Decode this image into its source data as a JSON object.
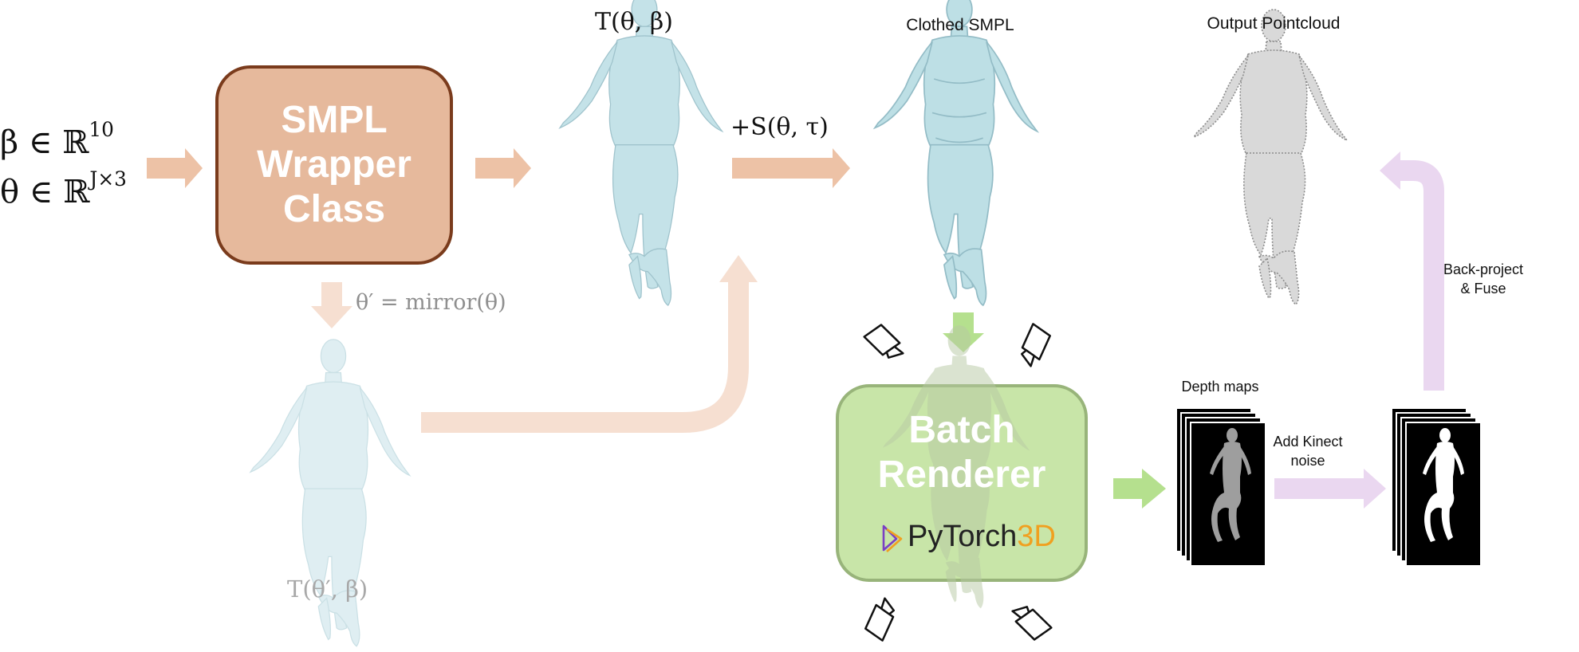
{
  "inputs": {
    "beta_line": "β ∈ ℝ",
    "beta_sup": "10",
    "theta_line": "θ ∈ ℝ",
    "theta_sup": "J×3"
  },
  "smpl_box": {
    "line1": "SMPL",
    "line2": "Wrapper",
    "line3": "Class",
    "fill": "#e6b99c",
    "border": "#7a3b1c"
  },
  "labels": {
    "t_theta_beta": "T(θ, β)",
    "plus_s": "+S(θ, τ)",
    "clothed_smpl": "Clothed SMPL",
    "output_pointcloud": "Output Pointcloud",
    "mirror": "θ′ = mirror(θ)",
    "t_theta_prime_beta": "T(θ′, β)",
    "depth_maps": "Depth maps",
    "add_kinect_line1": "Add Kinect",
    "add_kinect_line2": "noise",
    "back_project_line1": "Back-project",
    "back_project_line2": "& Fuse"
  },
  "renderer_box": {
    "line1": "Batch",
    "line2": "Renderer",
    "logo_text_a": "PyTorch",
    "logo_text_b": "3D",
    "fill": "#c8e5a8",
    "border": "#98b47a"
  },
  "colors": {
    "orange_arrow": "#edc2a6",
    "faded_orange": "#f6dfd1",
    "green_arrow": "#b5e08e",
    "purple_arrow": "#ead7f0",
    "body_fill": "#c4e2e8",
    "body_stroke": "#9fc3cc",
    "logo_purple": "#7b3fc4",
    "logo_orange": "#f0a020"
  },
  "icons": [
    "camera-icon",
    "pytorch3d-logo-icon",
    "human-mesh-icon",
    "pointcloud-icon",
    "depth-map-stack-icon",
    "silhouette-stack-icon"
  ]
}
